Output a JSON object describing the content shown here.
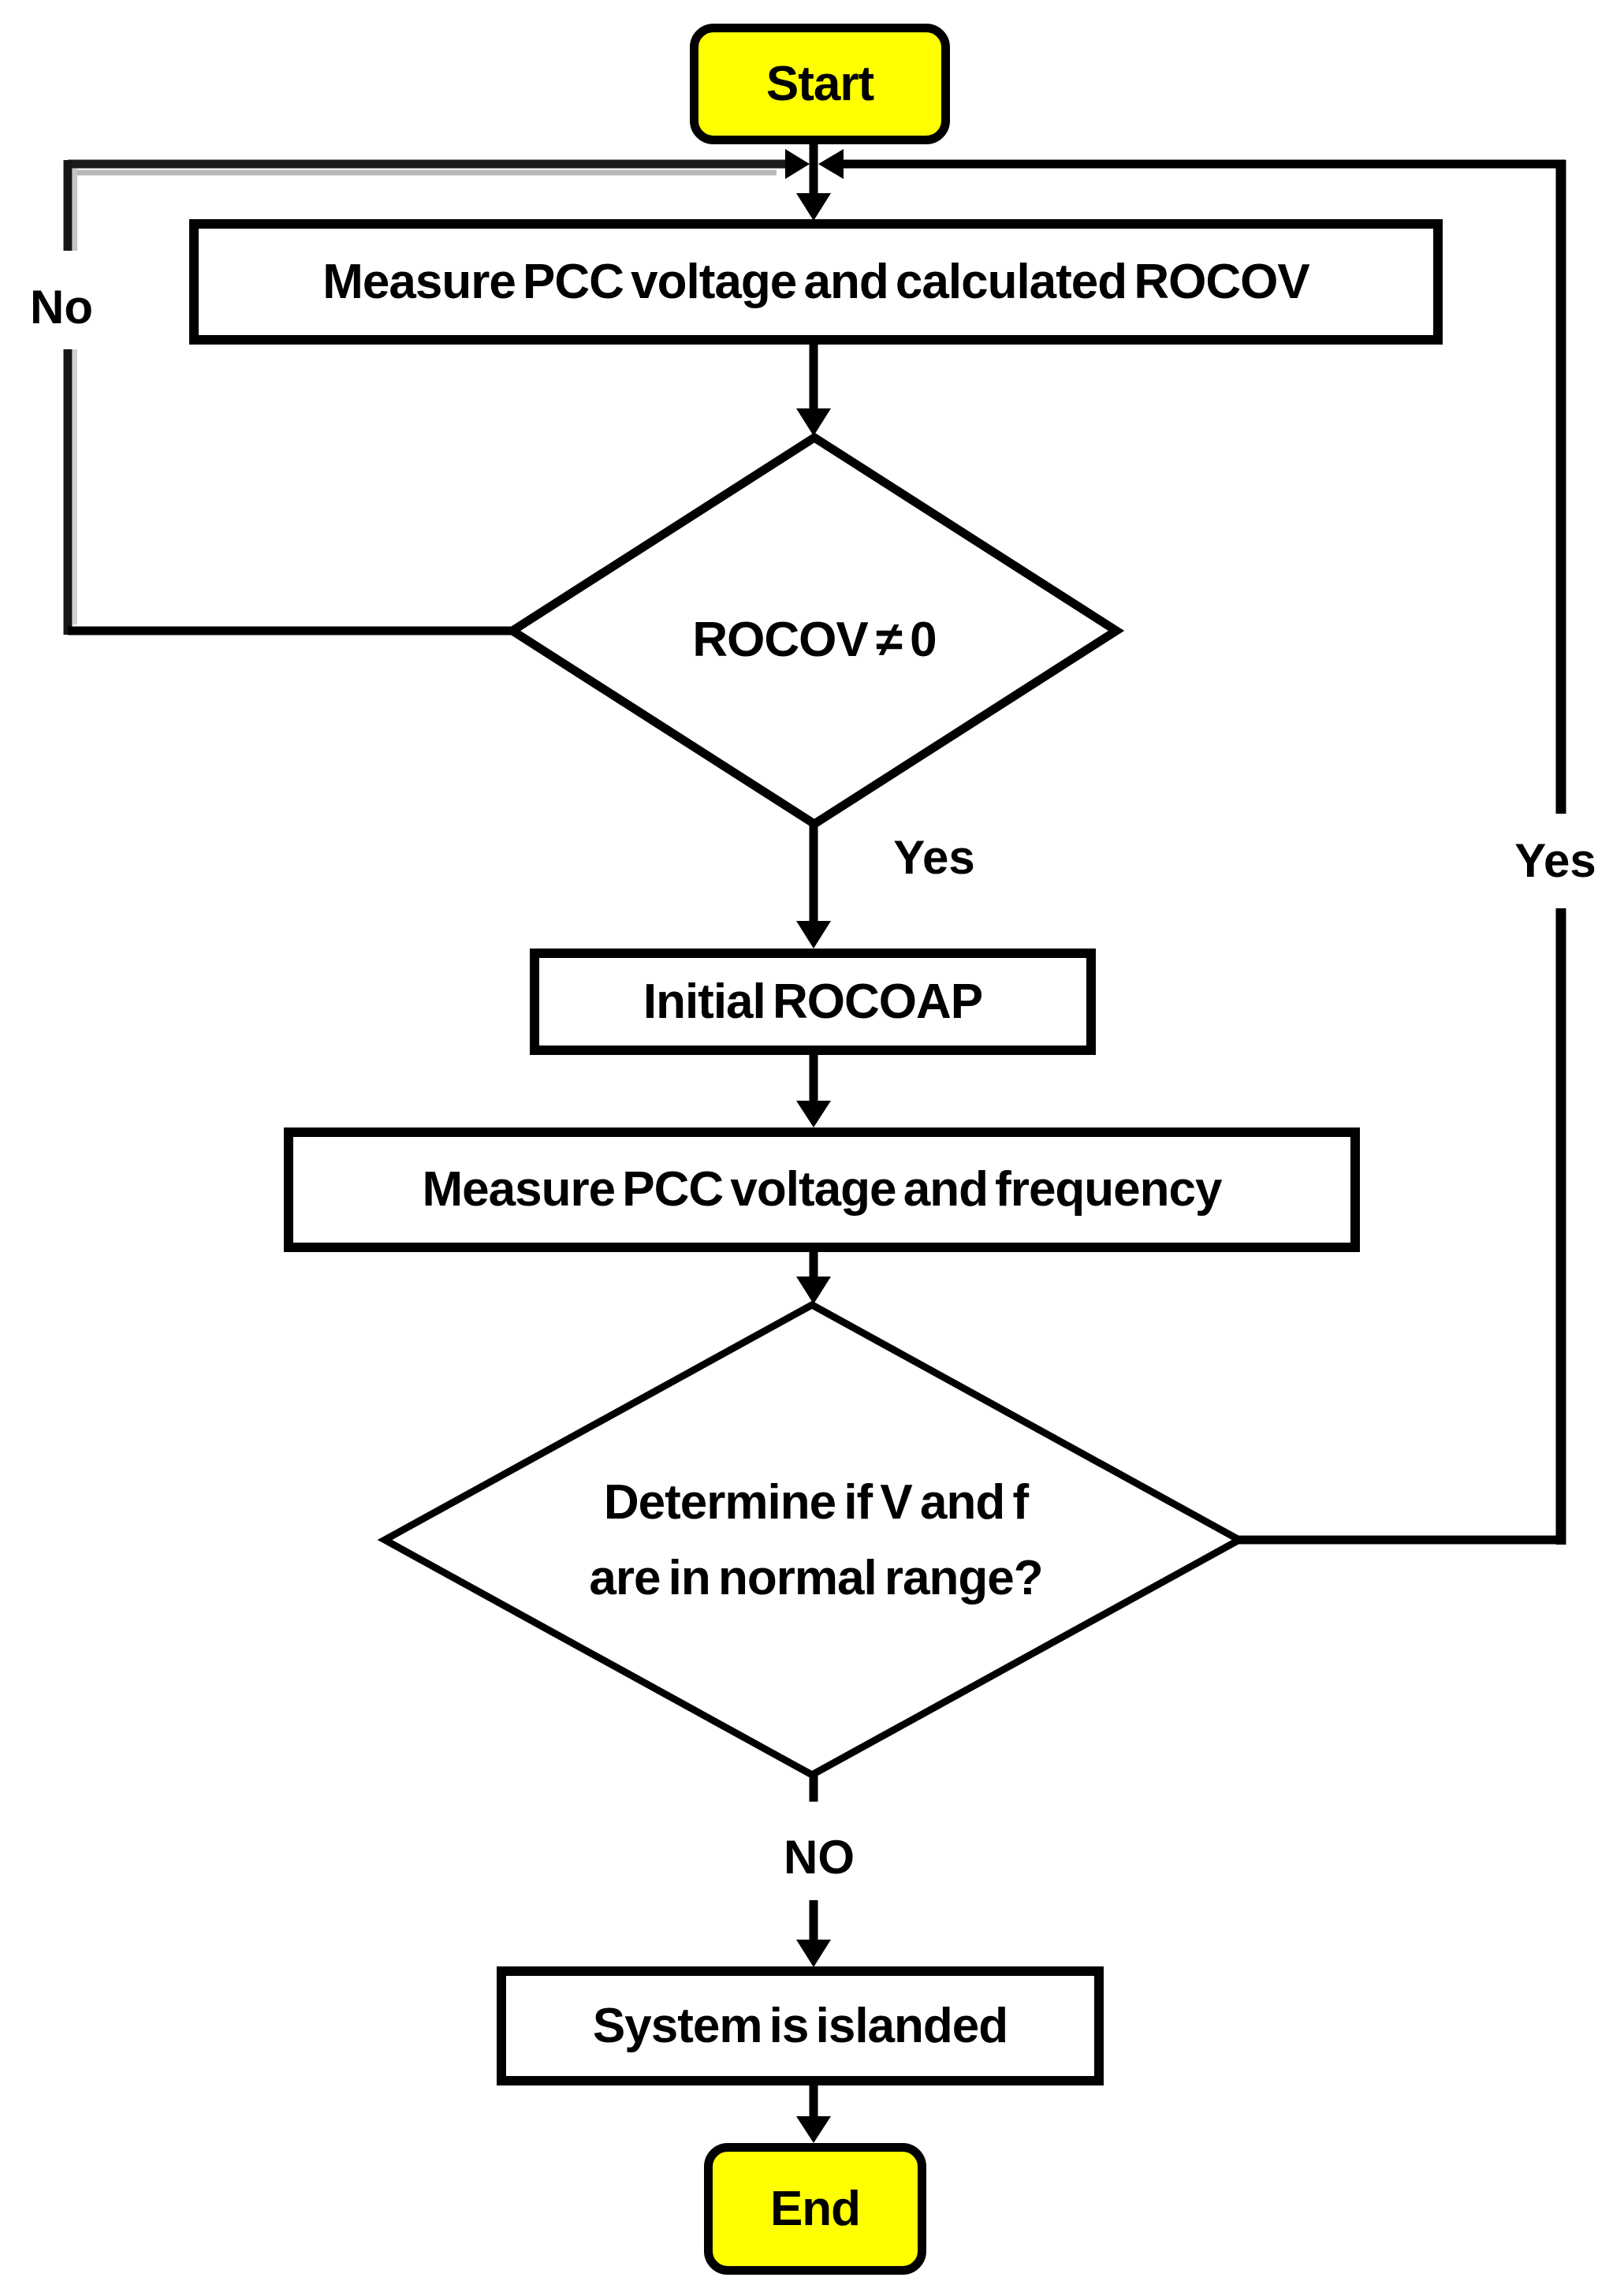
{
  "colors": {
    "terminal_fill": "#ffff00",
    "process_fill": "#ffffff",
    "line": "#000000",
    "no_loop_shadow": "#c6c6c6",
    "background": "#ffffff"
  },
  "nodes": {
    "start": {
      "type": "terminal",
      "label": "Start"
    },
    "measure_rocov": {
      "type": "process",
      "label": "Measure PCC voltage and calculated ROCOV"
    },
    "rocov_check": {
      "type": "decision",
      "label": "ROCOV ≠ 0"
    },
    "initial_rocoap": {
      "type": "process",
      "label": "Initial ROCOAP"
    },
    "measure_vf": {
      "type": "process",
      "label": "Measure PCC voltage and frequency"
    },
    "vf_check": {
      "type": "decision",
      "label_line1": "Determine if V and f",
      "label_line2": "are in normal range?"
    },
    "system_islanded": {
      "type": "process",
      "label": "System is islanded"
    },
    "end": {
      "type": "terminal",
      "label": "End"
    }
  },
  "edge_labels": {
    "rocov_no": "No",
    "rocov_yes": "Yes",
    "vf_yes": "Yes",
    "vf_no": "NO"
  }
}
